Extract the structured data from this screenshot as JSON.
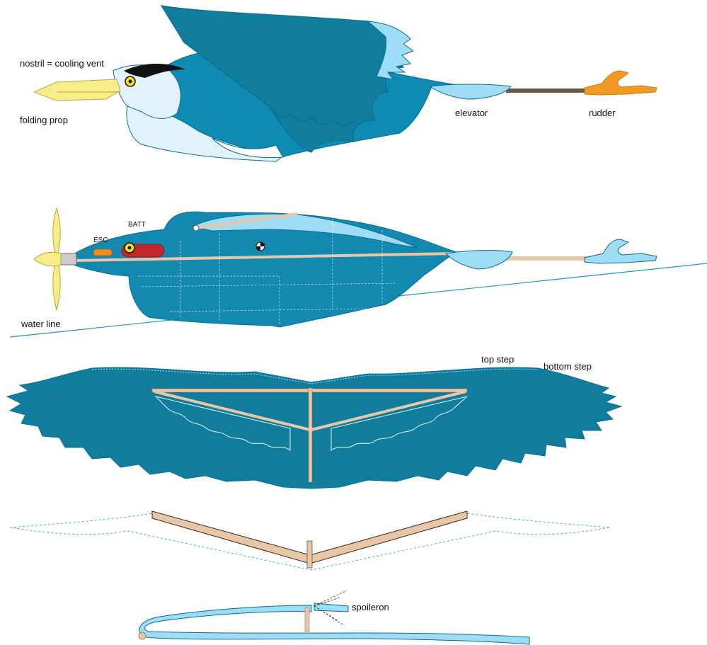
{
  "labels": {
    "nostril": "nostril = cooling vent",
    "folding_prop": "folding prop",
    "elevator": "elevator",
    "rudder": "rudder",
    "esc": "ESC",
    "batt": "BATT",
    "water_line": "water line",
    "top_step": "top step",
    "bottom_step": "bottom step",
    "spoileron": "spoileron"
  },
  "colors": {
    "body_blue": "#0e8bb2",
    "dark_blue": "#0a6f93",
    "wing_teal": "#117d9c",
    "light_blue": "#9fdcf6",
    "pale_blue": "#e3f3fb",
    "beak_yellow": "#f7ee8a",
    "rudder_orange": "#f39a24",
    "spar_tan": "#e8c7a8",
    "batt_red": "#c0282d",
    "esc_orange": "#f28c1e",
    "water_line": "#1796c4"
  }
}
